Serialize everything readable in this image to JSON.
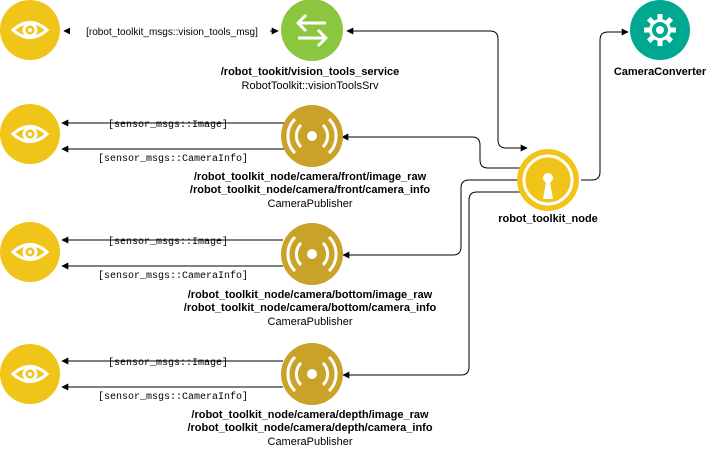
{
  "colors": {
    "yellow": "#F0C419",
    "gold": "#C9A227",
    "green": "#8CC63F",
    "teal": "#00A88F",
    "edge": "#000000"
  },
  "nodes": {
    "vision_service": {
      "icon": "swap-arrows-icon",
      "line1": "/robot_tookit/vision_tools_service",
      "line2": "RobotToolkit::visionToolsSrv"
    },
    "camera_converter": {
      "icon": "gear-icon",
      "label": "CameraConverter"
    },
    "toolkit_node": {
      "icon": "broadcast-icon",
      "label": "robot_toolkit_node"
    },
    "front_pub": {
      "icon": "broadcast-icon",
      "line1": "/robot_toolkit_node/camera/front/image_raw",
      "line2": "/robot_toolkit_node/camera/front/camera_info",
      "line3": "CameraPublisher"
    },
    "bottom_pub": {
      "icon": "broadcast-icon",
      "line1": "/robot_toolkit_node/camera/bottom/image_raw",
      "line2": "/robot_toolkit_node/camera/bottom/camera_info",
      "line3": "CameraPublisher"
    },
    "depth_pub": {
      "icon": "broadcast-icon",
      "line1": "/robot_toolkit_node/camera/depth/image_raw",
      "line2": "/robot_toolkit_node/camera/depth/camera_info",
      "line3": "CameraPublisher"
    },
    "viewers": {
      "icon": "eye-icon"
    }
  },
  "edges": {
    "vision_msg": "[robot_toolkit_msgs::vision_tools_msg]",
    "image": "[sensor_msgs::Image]",
    "camera_info": "[sensor_msgs::CameraInfo]"
  }
}
